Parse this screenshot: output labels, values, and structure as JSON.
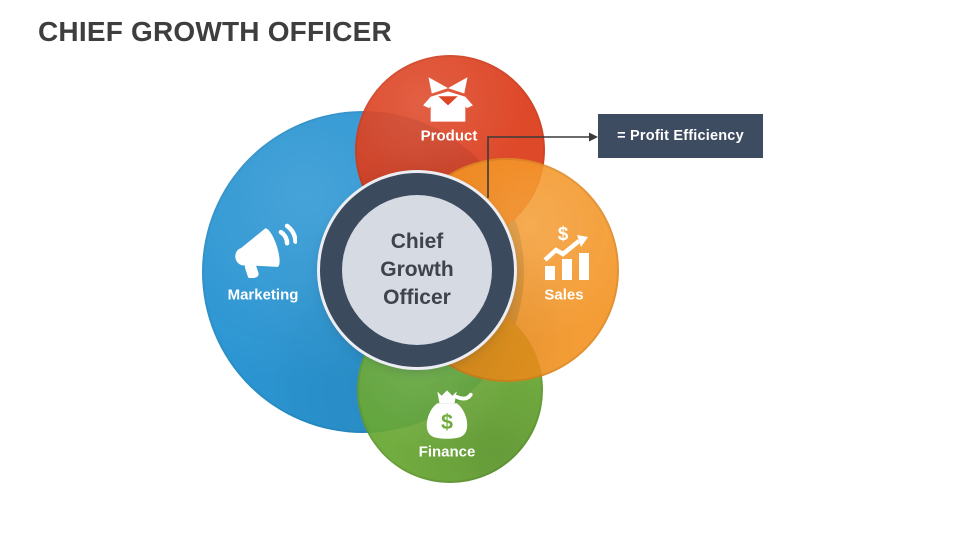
{
  "slide": {
    "title": "CHIEF GROWTH OFFICER",
    "title_color": "#3E3E3E",
    "background": "#ffffff"
  },
  "center": {
    "lines": [
      "Chief",
      "Growth",
      "Officer"
    ],
    "ring_color": "#3C4A5E",
    "outline_color": "#ECEEF3",
    "fill_color": "#D5DAE3",
    "text_color": "#3F444B"
  },
  "segments": [
    {
      "id": "marketing",
      "label": "Marketing",
      "icon": "megaphone-icon",
      "color": "#2F9BD6"
    },
    {
      "id": "product",
      "label": "Product",
      "icon": "open-box-icon",
      "color": "#E1492B"
    },
    {
      "id": "sales",
      "label": "Sales",
      "icon": "bar-chart-growth-icon",
      "color": "#F5982F"
    },
    {
      "id": "finance",
      "label": "Finance",
      "icon": "money-bag-icon",
      "color": "#76B341"
    }
  ],
  "callout": {
    "label": "= Profit Efficiency",
    "box_color": "#3E4C61",
    "text_color": "#ffffff",
    "connector_color": "#3A3A3A"
  }
}
